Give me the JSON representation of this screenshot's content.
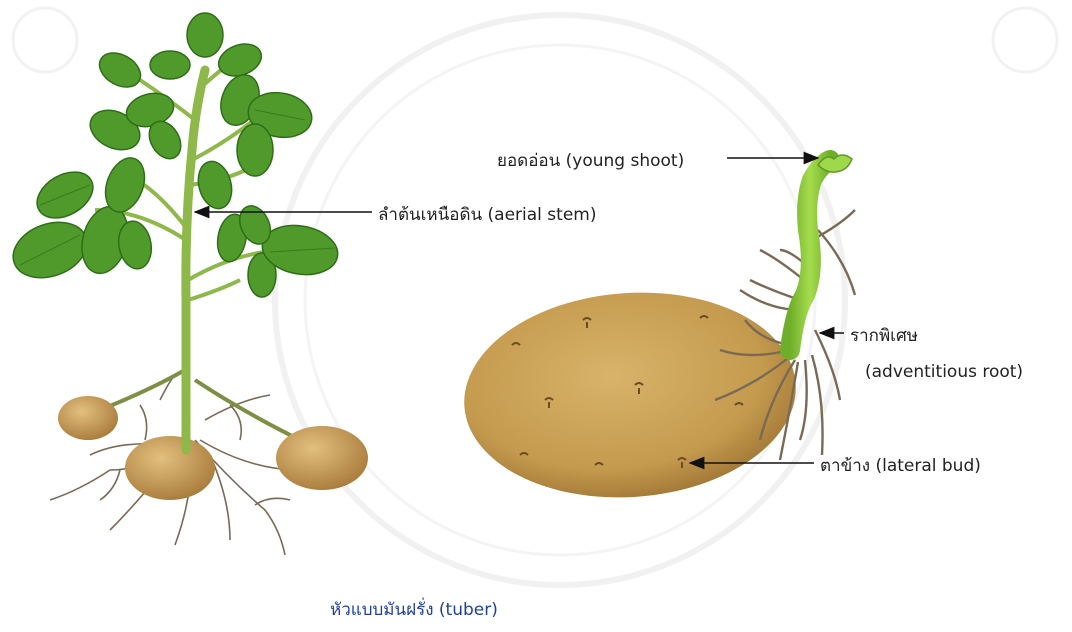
{
  "labels": {
    "young_shoot": "ยอดอ่อน (young shoot)",
    "aerial_stem": "ลำต้นเหนือดิน (aerial stem)",
    "adventitious_root_th": "รากพิเศษ",
    "adventitious_root_en": "(adventitious root)",
    "lateral_bud": "ตาข้าง (lateral bud)"
  },
  "caption": "หัวแบบมันฝรั่ง (tuber)",
  "colors": {
    "leaf": "#4f9a2a",
    "leaf_dark": "#2f6e18",
    "stem": "#8fb84a",
    "tuber": "#c49a4e",
    "tuber_dark": "#9c7233",
    "sprout": "#8fcf3c",
    "root": "#7a6a55",
    "caption": "#1f3f9c",
    "watermark": "#e6e6e6"
  }
}
